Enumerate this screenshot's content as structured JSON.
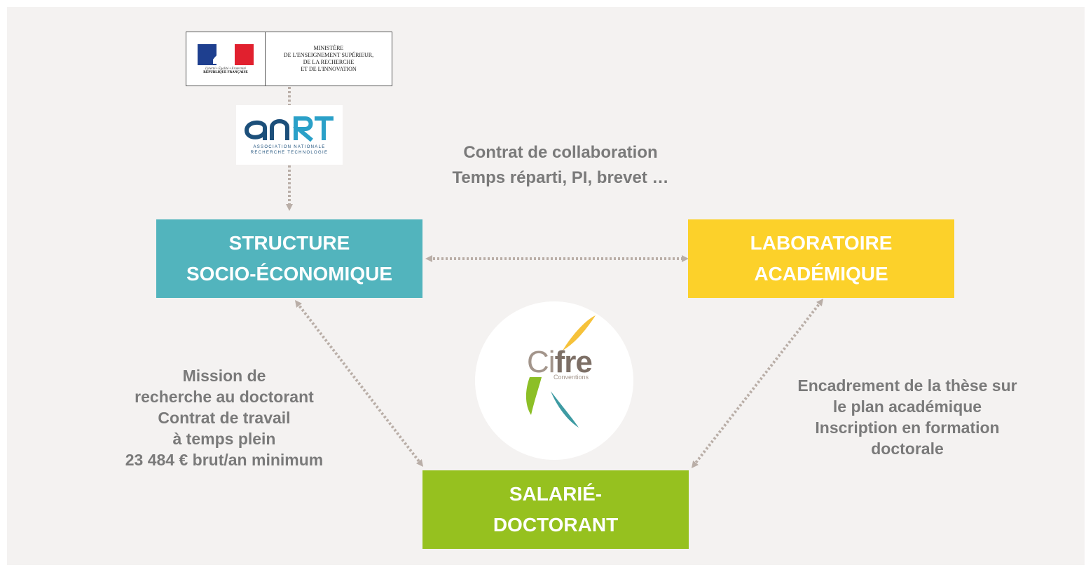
{
  "ministere": {
    "motto": "Liberté • Égalité • Fraternité",
    "republique": "RÉPUBLIQUE FRANÇAISE",
    "lines": [
      "MINISTÈRE",
      "DE L'ENSEIGNEMENT SUPÉRIEUR,",
      "DE LA RECHERCHE",
      "ET DE L'INNOVATION"
    ]
  },
  "anrt": {
    "name": "anrt",
    "sub": [
      "ASSOCIATION NATIONALE",
      "RECHERCHE TECHNOLOGIE"
    ]
  },
  "collaboration": [
    "Contrat de collaboration",
    "Temps réparti, PI, brevet …"
  ],
  "boxes": {
    "structure": [
      "STRUCTURE",
      "SOCIO-ÉCONOMIQUE"
    ],
    "labo": [
      "LABORATOIRE",
      "ACADÉMIQUE"
    ],
    "salarie": [
      "SALARIÉ-",
      "DOCTORANT"
    ]
  },
  "mission": [
    "Mission de",
    "recherche au doctorant",
    "Contrat de travail",
    "à temps plein",
    "23 484 € brut/an minimum"
  ],
  "encadrement": [
    "Encadrement de la thèse sur",
    "le plan académique",
    "Inscription en formation",
    "doctorale"
  ],
  "cifre": {
    "prefix": "Ci",
    "suffix": "fre",
    "sub": "Conventions"
  },
  "colors": {
    "structure": "#52b4bd",
    "labo": "#fcd12a",
    "salarie": "#96c11f",
    "connector": "#b9aea7",
    "text": "#7a7a7a",
    "background": "#f4f2f1"
  }
}
